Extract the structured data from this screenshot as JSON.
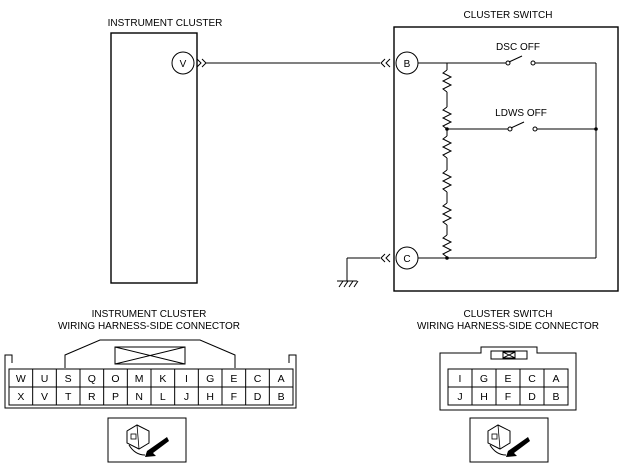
{
  "instrument_cluster": {
    "title": "INSTRUMENT CLUSTER",
    "terminal": "V"
  },
  "cluster_switch": {
    "title": "CLUSTER SWITCH",
    "terminals": {
      "b": "B",
      "c": "C"
    },
    "switches": {
      "dsc": "DSC OFF",
      "ldws": "LDWS OFF"
    }
  },
  "ic_connector": {
    "title_line1": "INSTRUMENT CLUSTER",
    "title_line2": "WIRING HARNESS-SIDE CONNECTOR",
    "top_row": [
      "W",
      "U",
      "S",
      "Q",
      "O",
      "M",
      "K",
      "I",
      "G",
      "E",
      "C",
      "A"
    ],
    "bottom_row": [
      "X",
      "V",
      "T",
      "R",
      "P",
      "N",
      "L",
      "J",
      "H",
      "F",
      "D",
      "B"
    ]
  },
  "cs_connector": {
    "title_line1": "CLUSTER SWITCH",
    "title_line2": "WIRING HARNESS-SIDE CONNECTOR",
    "top_row": [
      "I",
      "G",
      "E",
      "C",
      "A"
    ],
    "bottom_row": [
      "J",
      "H",
      "F",
      "D",
      "B"
    ]
  },
  "icons": {
    "ic_connector_view": "connector-hand-arrow-icon",
    "cs_connector_view": "connector-hand-arrow-icon",
    "ground": "ground-icon",
    "resistor": "resistor-icon",
    "switch": "switch-icon"
  }
}
